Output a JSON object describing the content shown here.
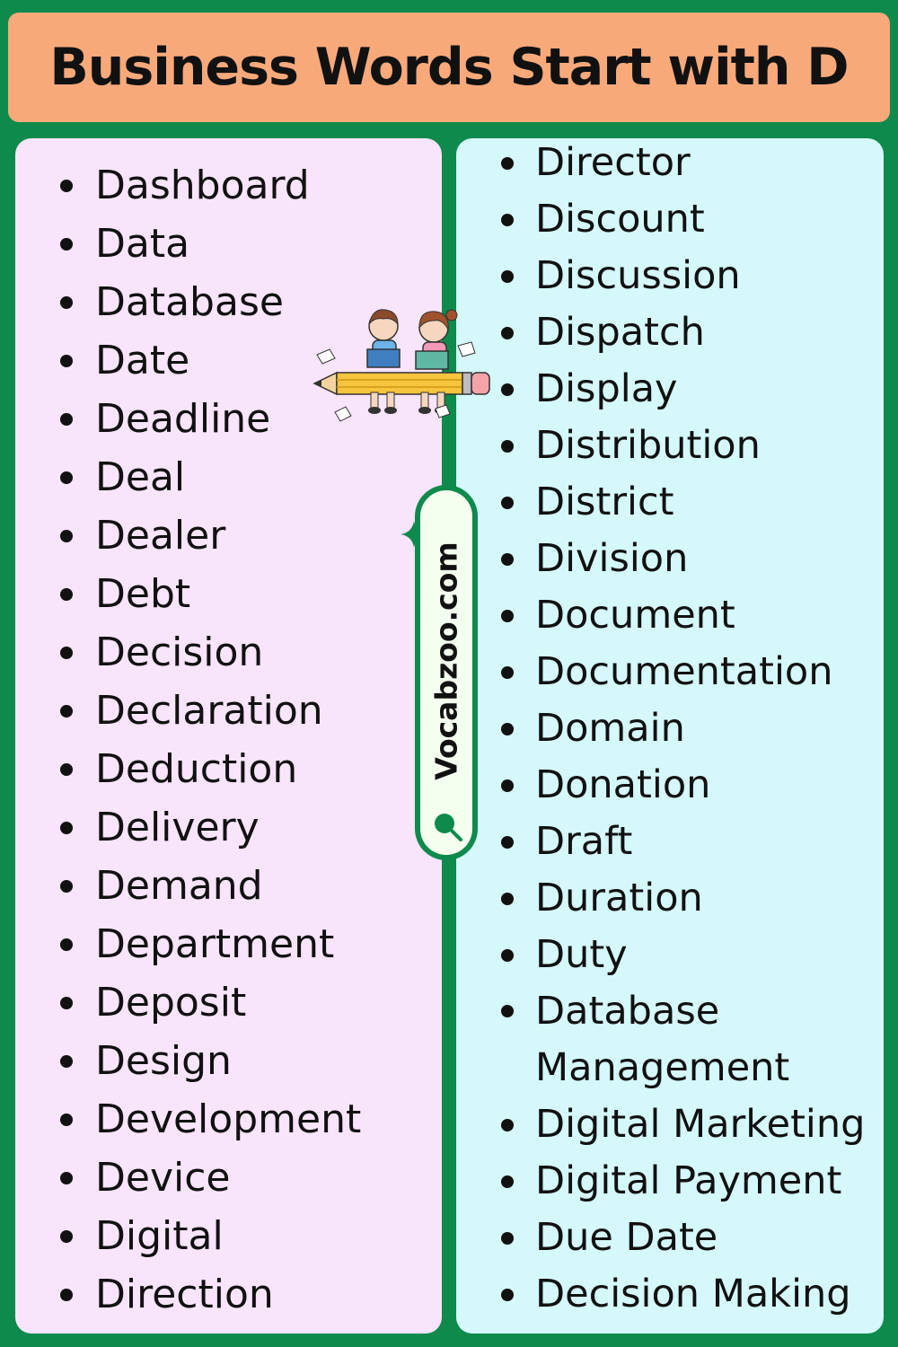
{
  "title": "Business Words Start with D",
  "logo": {
    "text": "Vocabzoo.com",
    "icon": "search-magnifier-icon"
  },
  "illustration": "kids-reading-on-pencil",
  "colors": {
    "background": "#0e8a4c",
    "title_bg": "#f8a97a",
    "left_panel": "#f8e4fb",
    "right_panel": "#d5f8fb"
  },
  "left_words": [
    "Dashboard",
    "Data",
    "Database",
    "Date",
    "Deadline",
    "Deal",
    "Dealer",
    "Debt",
    "Decision",
    "Declaration",
    "Deduction",
    "Delivery",
    "Demand",
    "Department",
    "Deposit",
    "Design",
    "Development",
    "Device",
    "Digital",
    "Direction"
  ],
  "right_words": [
    "Director",
    "Discount",
    "Discussion",
    "Dispatch",
    "Display",
    "Distribution",
    "District",
    "Division",
    "Document",
    "Documentation",
    "Domain",
    "Donation",
    "Draft",
    "Duration",
    "Duty"
  ],
  "right_wrapped": {
    "line1": "Database",
    "line2": "Management"
  },
  "right_words_tail": [
    "Digital Marketing",
    "Digital Payment",
    "Due Date",
    "Decision Making"
  ]
}
